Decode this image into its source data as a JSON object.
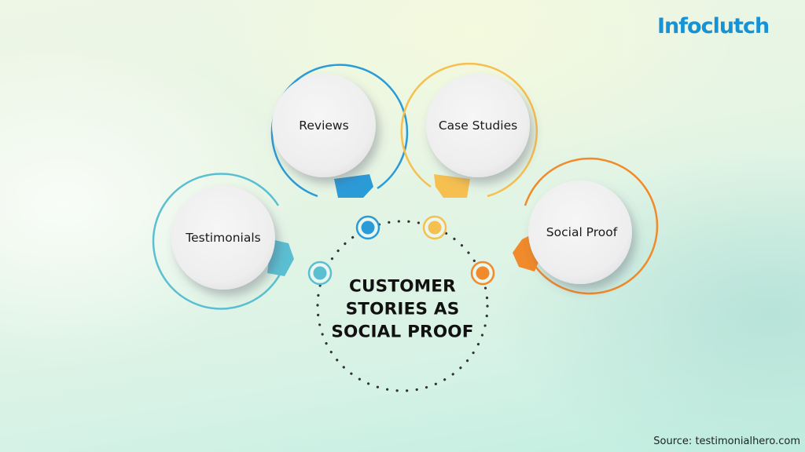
{
  "brand": {
    "logo_text": "Infoclutch",
    "color": "#1792d4"
  },
  "title_lines": [
    "CUSTOMER",
    "STORIES AS",
    "SOCIAL PROOF"
  ],
  "nodes": [
    {
      "label": "Testimonials",
      "color": "#5bbfd2"
    },
    {
      "label": "Reviews",
      "color": "#2b9bd8"
    },
    {
      "label": "Case Studies",
      "color": "#f6c050"
    },
    {
      "label": "Social Proof",
      "color": "#f08a2a"
    }
  ],
  "source": "Source: testimonialhero.com"
}
